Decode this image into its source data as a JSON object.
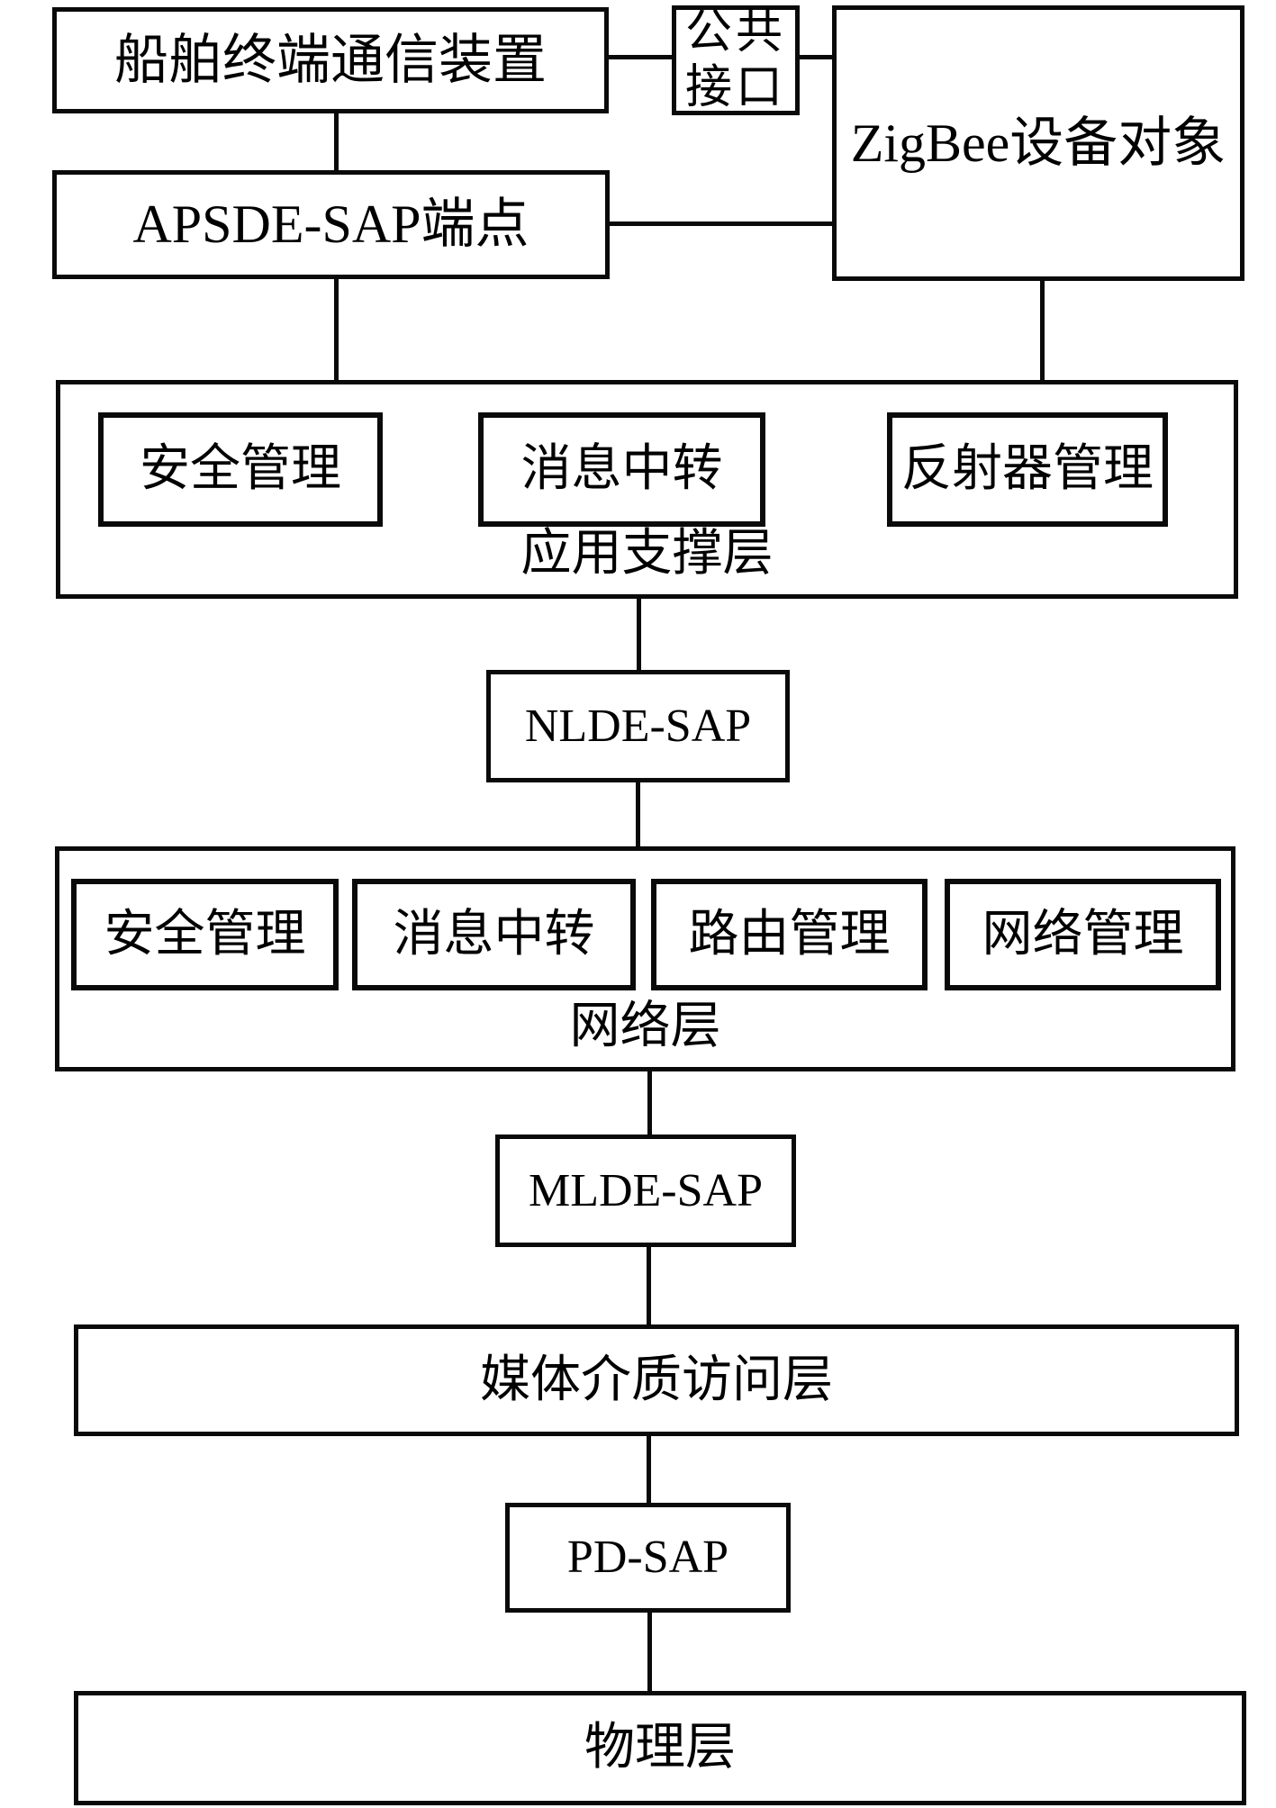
{
  "nodes": {
    "ship_terminal": "船舶终端通信装置",
    "public_interface": "公共接口",
    "zigbee_device_object": "ZigBee设备对象",
    "apsde_sap_endpoint": "APSDE-SAP端点",
    "aps_layer": {
      "label": "应用支撑层",
      "modules": [
        "安全管理",
        "消息中转",
        "反射器管理"
      ]
    },
    "nlde_sap": "NLDE-SAP",
    "network_layer": {
      "label": "网络层",
      "modules": [
        "安全管理",
        "消息中转",
        "路由管理",
        "网络管理"
      ]
    },
    "mlde_sap": "MLDE-SAP",
    "mac_layer": "媒体介质访问层",
    "pd_sap": "PD-SAP",
    "physical_layer": "物理层"
  },
  "colors": {
    "background": "#ffffff",
    "line": "#0a0a0a",
    "text": "#000000"
  }
}
